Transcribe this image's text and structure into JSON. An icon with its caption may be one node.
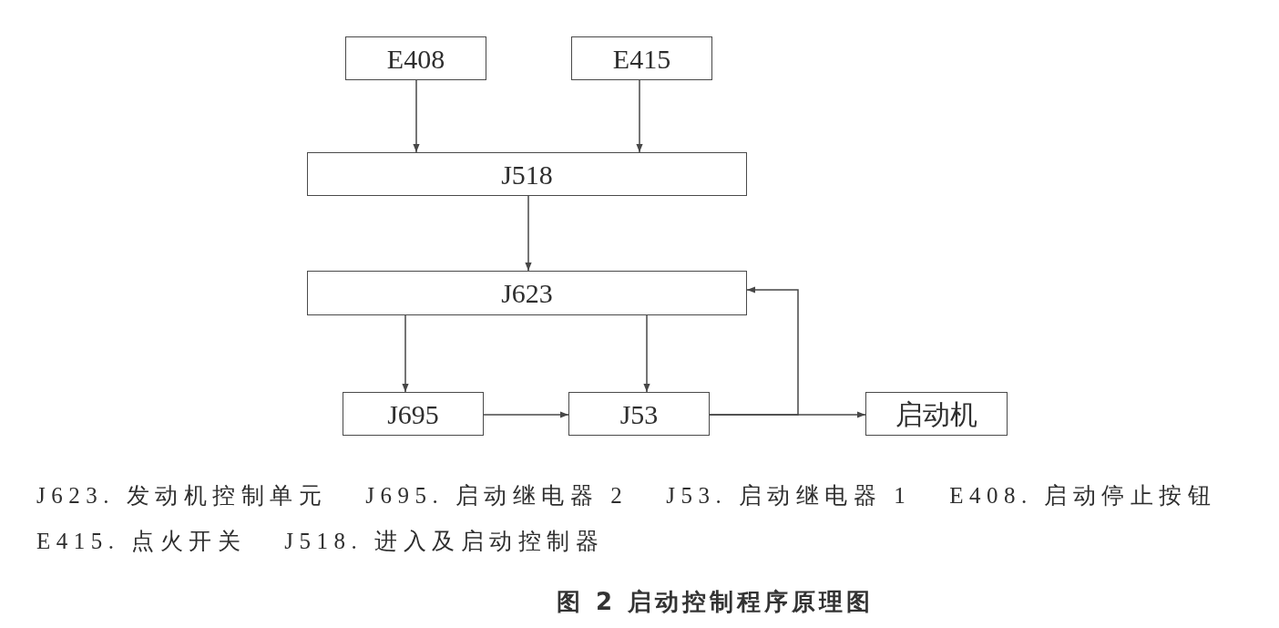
{
  "diagram": {
    "caption": "图 2 启动控制程序原理图",
    "nodes": [
      {
        "text": [
          "E408"
        ]
      },
      {
        "text": [
          "E415"
        ]
      },
      {
        "text": [
          "J518"
        ]
      },
      {
        "text": [
          "J623"
        ]
      },
      {
        "text": [
          "J695"
        ]
      },
      {
        "text": [
          "J53"
        ]
      },
      {
        "text": [
          "启动机"
        ]
      }
    ],
    "edges": [
      {
        "from": 0,
        "to": 2,
        "arrow": "to"
      },
      {
        "from": 1,
        "to": 2,
        "arrow": "to"
      },
      {
        "from": 2,
        "to": 3,
        "arrow": "to"
      },
      {
        "from": 3,
        "to": 4,
        "arrow": "to"
      },
      {
        "from": 3,
        "to": 5,
        "arrow": "to"
      },
      {
        "from": 4,
        "to": 5,
        "arrow": "to"
      },
      {
        "from": 5,
        "to": 6,
        "arrow": "to"
      },
      {
        "from": 5,
        "to": 3,
        "arrow": "to"
      }
    ],
    "labels": [
      "J623. 发动机控制单元",
      "J695. 启动继电器 2",
      "J53. 启动继电器 1",
      "E408. 启动停止按钮",
      "E415. 点火开关",
      "J518. 进入及启动控制器"
    ]
  }
}
